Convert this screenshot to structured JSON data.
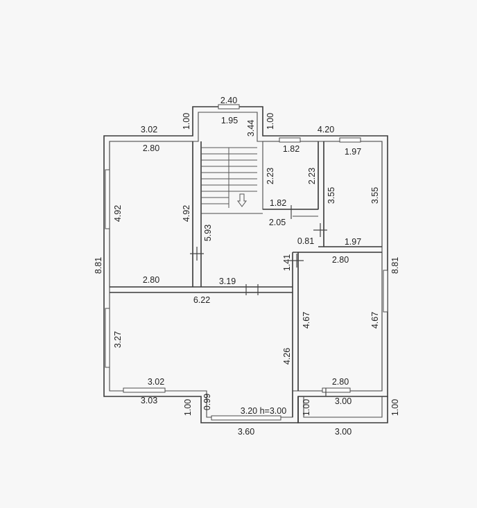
{
  "colors": {
    "background": "#f7f7f7",
    "wall": "#3a3a3a",
    "window": "#ffffff",
    "text": "#222222"
  },
  "dimensions": {
    "stair_top_width": "2.40",
    "stair_inner_width": "1.95",
    "stair_length": "3.44",
    "stair_left_offset": "1.00",
    "stair_right_offset": "1.00",
    "top_left_width": "3.02",
    "top_right_width": "4.20",
    "left_room_top": "2.80",
    "left_room_bottom": "2.80",
    "left_room_left": "4.92",
    "left_room_right": "4.92",
    "total_height_left": "8.81",
    "total_height_right": "8.81",
    "bath_top": "1.82",
    "bath_left": "2.23",
    "bath_right": "2.23",
    "bath_bottom": "1.82",
    "right_top_room_top": "1.97",
    "right_top_room_left": "3.55",
    "right_top_room_right": "3.55",
    "right_top_room_bottom": "1.97",
    "hall_width": "2.05",
    "hall_height": "5.93",
    "hall_small": "0.81",
    "hall_side": "1.41",
    "hall_bottom": "3.19",
    "big_room_top": "6.22",
    "big_room_left": "3.27",
    "big_room_right": "4.26",
    "big_room_inner_bottom": "3.02",
    "big_room_outer_bottom": "3.03",
    "bay_depth": "0.99",
    "bay_left_offset": "1.00",
    "bay_width_height": "3.20 h=3.00",
    "bay_outer_width": "3.60",
    "right_bottom_room_top": "2.80",
    "right_bottom_room_left": "4.67",
    "right_bottom_room_right": "4.67",
    "right_bottom_room_bottom": "2.80",
    "balcony_inner": "3.00",
    "balcony_outer": "3.00",
    "balcony_left": "1.00",
    "balcony_right": "1.00"
  }
}
